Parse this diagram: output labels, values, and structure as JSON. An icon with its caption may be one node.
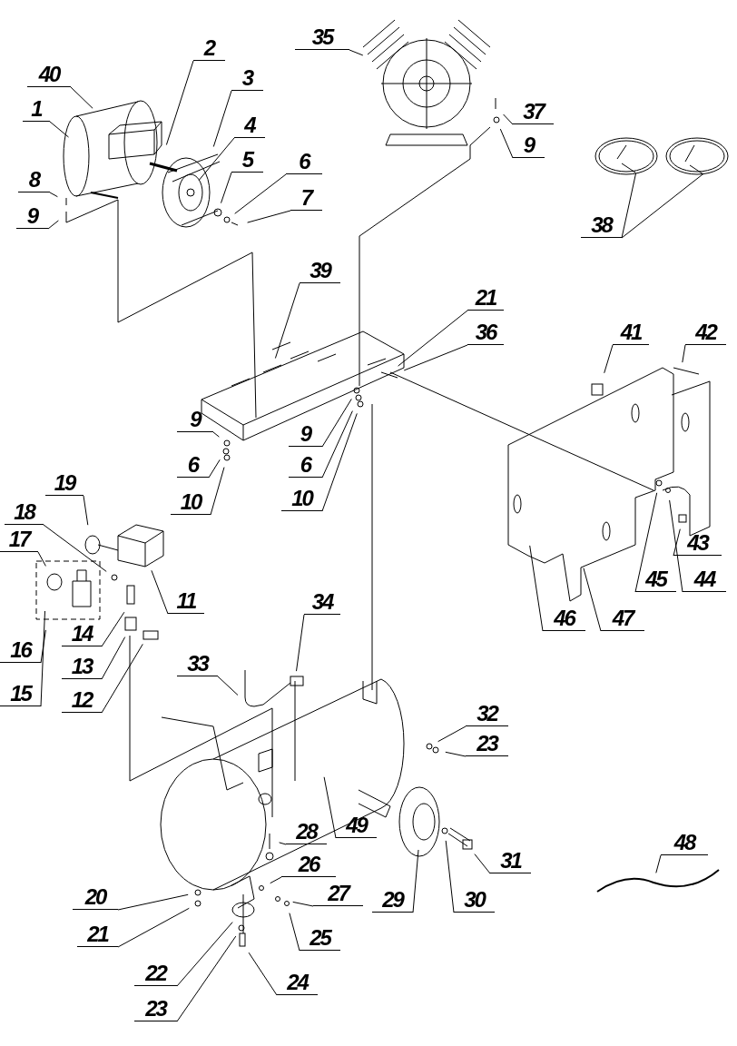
{
  "diagram": {
    "nodes": [
      {
        "text": [
          "35"
        ]
      },
      {
        "text": [
          "40"
        ]
      },
      {
        "text": [
          "2"
        ]
      },
      {
        "text": [
          "3"
        ]
      },
      {
        "text": [
          "1"
        ]
      },
      {
        "text": [
          "4"
        ]
      },
      {
        "text": [
          "37"
        ]
      },
      {
        "text": [
          "5"
        ]
      },
      {
        "text": [
          "6"
        ]
      },
      {
        "text": [
          "9"
        ]
      },
      {
        "text": [
          "8"
        ]
      },
      {
        "text": [
          "7"
        ]
      },
      {
        "text": [
          "9"
        ]
      },
      {
        "text": [
          "38"
        ]
      },
      {
        "text": [
          "39"
        ]
      },
      {
        "text": [
          "21"
        ]
      },
      {
        "text": [
          "36"
        ]
      },
      {
        "text": [
          "41"
        ]
      },
      {
        "text": [
          "42"
        ]
      },
      {
        "text": [
          "9"
        ]
      },
      {
        "text": [
          "9"
        ]
      },
      {
        "text": [
          "6"
        ]
      },
      {
        "text": [
          "6"
        ]
      },
      {
        "text": [
          "10"
        ]
      },
      {
        "text": [
          "10"
        ]
      },
      {
        "text": [
          "19"
        ]
      },
      {
        "text": [
          "18"
        ]
      },
      {
        "text": [
          "17"
        ]
      },
      {
        "text": [
          "11"
        ]
      },
      {
        "text": [
          "34"
        ]
      },
      {
        "text": [
          "43"
        ]
      },
      {
        "text": [
          "45"
        ]
      },
      {
        "text": [
          "44"
        ]
      },
      {
        "text": [
          "14"
        ]
      },
      {
        "text": [
          "16"
        ]
      },
      {
        "text": [
          "46"
        ]
      },
      {
        "text": [
          "47"
        ]
      },
      {
        "text": [
          "33"
        ]
      },
      {
        "text": [
          "13"
        ]
      },
      {
        "text": [
          "15"
        ]
      },
      {
        "text": [
          "12"
        ]
      },
      {
        "text": [
          "32"
        ]
      },
      {
        "text": [
          "23"
        ]
      },
      {
        "text": [
          "49"
        ]
      },
      {
        "text": [
          "28"
        ]
      },
      {
        "text": [
          "48"
        ]
      },
      {
        "text": [
          "26"
        ]
      },
      {
        "text": [
          "31"
        ]
      },
      {
        "text": [
          "20"
        ]
      },
      {
        "text": [
          "27"
        ]
      },
      {
        "text": [
          "29"
        ]
      },
      {
        "text": [
          "30"
        ]
      },
      {
        "text": [
          "21"
        ]
      },
      {
        "text": [
          "25"
        ]
      },
      {
        "text": [
          "22"
        ]
      },
      {
        "text": [
          "24"
        ]
      },
      {
        "text": [
          "23"
        ]
      }
    ],
    "edges": [
      {
        "from": 0,
        "to": null,
        "arrow": "none"
      },
      {
        "from": 1,
        "to": null,
        "arrow": "none"
      },
      {
        "from": 2,
        "to": null,
        "arrow": "none"
      },
      {
        "from": 3,
        "to": null,
        "arrow": "none"
      },
      {
        "from": 4,
        "to": null,
        "arrow": "none"
      },
      {
        "from": 5,
        "to": null,
        "arrow": "none"
      },
      {
        "from": 6,
        "to": null,
        "arrow": "none"
      },
      {
        "from": 7,
        "to": null,
        "arrow": "none"
      },
      {
        "from": 8,
        "to": null,
        "arrow": "none"
      },
      {
        "from": 9,
        "to": null,
        "arrow": "none"
      },
      {
        "from": 10,
        "to": null,
        "arrow": "none"
      },
      {
        "from": 11,
        "to": null,
        "arrow": "none"
      },
      {
        "from": 12,
        "to": null,
        "arrow": "none"
      },
      {
        "from": 13,
        "to": null,
        "arrow": "none"
      },
      {
        "from": 13,
        "to": null,
        "arrow": "none"
      },
      {
        "from": 14,
        "to": null,
        "arrow": "none"
      },
      {
        "from": 15,
        "to": null,
        "arrow": "none"
      },
      {
        "from": 16,
        "to": null,
        "arrow": "none"
      },
      {
        "from": 17,
        "to": null,
        "arrow": "none"
      },
      {
        "from": 18,
        "to": null,
        "arrow": "none"
      },
      {
        "from": 19,
        "to": null,
        "arrow": "none"
      },
      {
        "from": 20,
        "to": null,
        "arrow": "none"
      },
      {
        "from": 21,
        "to": null,
        "arrow": "none"
      },
      {
        "from": 22,
        "to": null,
        "arrow": "none"
      },
      {
        "from": 23,
        "to": null,
        "arrow": "none"
      },
      {
        "from": 24,
        "to": null,
        "arrow": "none"
      },
      {
        "from": 25,
        "to": null,
        "arrow": "none"
      },
      {
        "from": 26,
        "to": null,
        "arrow": "none"
      },
      {
        "from": 27,
        "to": null,
        "arrow": "none"
      },
      {
        "from": 28,
        "to": null,
        "arrow": "none"
      },
      {
        "from": 29,
        "to": null,
        "arrow": "none"
      },
      {
        "from": 30,
        "to": null,
        "arrow": "none"
      },
      {
        "from": 31,
        "to": null,
        "arrow": "none"
      },
      {
        "from": 32,
        "to": null,
        "arrow": "none"
      },
      {
        "from": 33,
        "to": null,
        "arrow": "none"
      },
      {
        "from": 34,
        "to": null,
        "arrow": "none"
      },
      {
        "from": 35,
        "to": null,
        "arrow": "none"
      },
      {
        "from": 36,
        "to": null,
        "arrow": "none"
      },
      {
        "from": 37,
        "to": null,
        "arrow": "none"
      },
      {
        "from": 38,
        "to": null,
        "arrow": "none"
      },
      {
        "from": 39,
        "to": null,
        "arrow": "none"
      },
      {
        "from": 40,
        "to": null,
        "arrow": "none"
      },
      {
        "from": 41,
        "to": null,
        "arrow": "none"
      },
      {
        "from": 42,
        "to": null,
        "arrow": "none"
      },
      {
        "from": 43,
        "to": null,
        "arrow": "none"
      },
      {
        "from": 44,
        "to": null,
        "arrow": "none"
      },
      {
        "from": 45,
        "to": null,
        "arrow": "none"
      },
      {
        "from": 46,
        "to": null,
        "arrow": "none"
      },
      {
        "from": 47,
        "to": null,
        "arrow": "none"
      },
      {
        "from": 48,
        "to": null,
        "arrow": "none"
      },
      {
        "from": 49,
        "to": null,
        "arrow": "none"
      },
      {
        "from": 50,
        "to": null,
        "arrow": "none"
      },
      {
        "from": 51,
        "to": null,
        "arrow": "none"
      },
      {
        "from": 52,
        "to": null,
        "arrow": "none"
      },
      {
        "from": 53,
        "to": null,
        "arrow": "none"
      },
      {
        "from": 54,
        "to": null,
        "arrow": "none"
      },
      {
        "from": 55,
        "to": null,
        "arrow": "none"
      },
      {
        "from": 56,
        "to": null,
        "arrow": "none"
      }
    ]
  }
}
